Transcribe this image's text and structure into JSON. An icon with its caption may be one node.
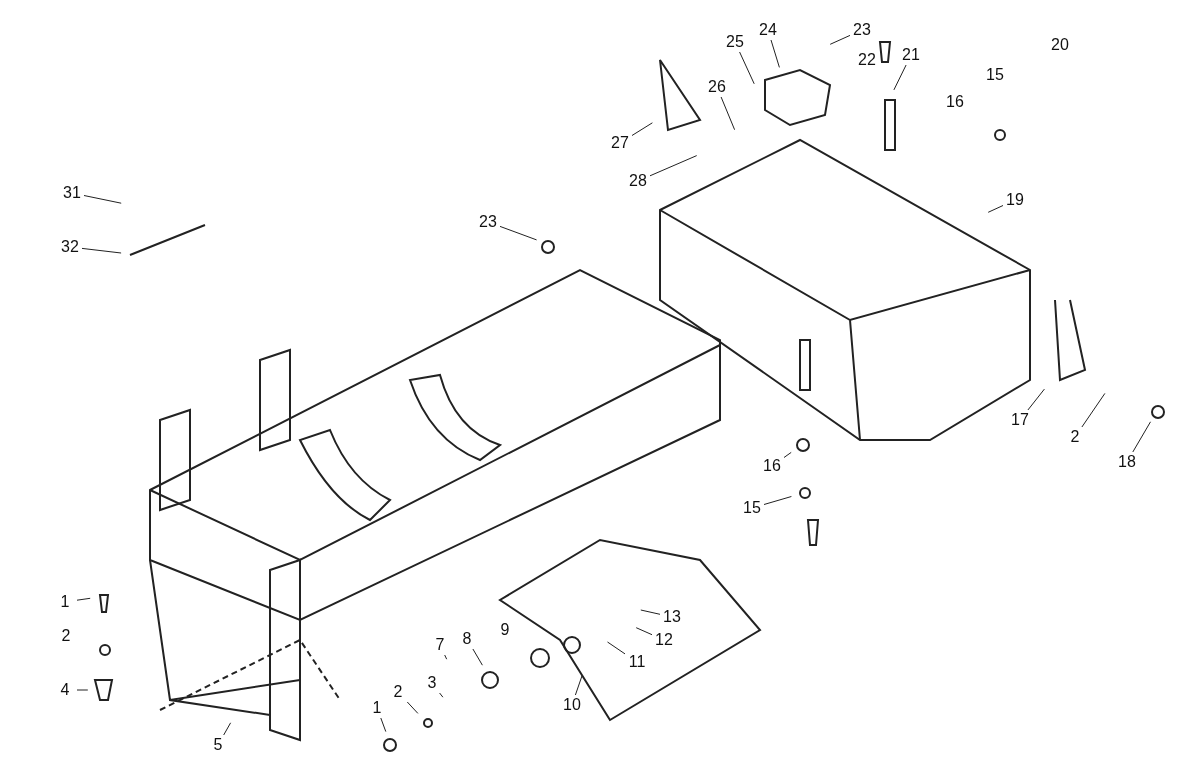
{
  "diagram": {
    "nodes": [
      {
        "text": [
          "31"
        ]
      },
      {
        "text": [
          "32"
        ]
      },
      {
        "text": [
          "23"
        ]
      },
      {
        "text": [
          "27"
        ]
      },
      {
        "text": [
          "28"
        ]
      },
      {
        "text": [
          "26"
        ]
      },
      {
        "text": [
          "25"
        ]
      },
      {
        "text": [
          "24"
        ]
      },
      {
        "text": [
          "23"
        ]
      },
      {
        "text": [
          "21"
        ]
      },
      {
        "text": [
          "19"
        ]
      },
      {
        "text": [
          "17"
        ]
      },
      {
        "text": [
          "2"
        ]
      },
      {
        "text": [
          "18"
        ]
      },
      {
        "text": [
          "16"
        ]
      },
      {
        "text": [
          "15"
        ]
      },
      {
        "text": [
          "1"
        ]
      },
      {
        "text": [
          "4"
        ]
      },
      {
        "text": [
          "5"
        ]
      },
      {
        "text": [
          "1"
        ]
      },
      {
        "text": [
          "2"
        ]
      },
      {
        "text": [
          "3"
        ]
      },
      {
        "text": [
          "7"
        ]
      },
      {
        "text": [
          "8"
        ]
      },
      {
        "text": [
          "10"
        ]
      },
      {
        "text": [
          "11"
        ]
      },
      {
        "text": [
          "12"
        ]
      },
      {
        "text": [
          "13"
        ]
      }
    ],
    "edges": [
      {
        "from": 0,
        "to": null,
        "arrow": "none"
      },
      {
        "from": 1,
        "to": null,
        "arrow": "none"
      },
      {
        "from": 2,
        "to": null,
        "arrow": "none"
      },
      {
        "from": 3,
        "to": null,
        "arrow": "none"
      },
      {
        "from": 4,
        "to": null,
        "arrow": "none"
      },
      {
        "from": 5,
        "to": null,
        "arrow": "none"
      },
      {
        "from": 6,
        "to": null,
        "arrow": "none"
      },
      {
        "from": 7,
        "to": null,
        "arrow": "none"
      },
      {
        "from": 8,
        "to": null,
        "arrow": "none"
      },
      {
        "from": 9,
        "to": null,
        "arrow": "none"
      },
      {
        "from": 10,
        "to": null,
        "arrow": "none"
      },
      {
        "from": 11,
        "to": null,
        "arrow": "none"
      },
      {
        "from": 12,
        "to": null,
        "arrow": "none"
      },
      {
        "from": 13,
        "to": null,
        "arrow": "none"
      },
      {
        "from": 14,
        "to": null,
        "arrow": "none"
      },
      {
        "from": 15,
        "to": null,
        "arrow": "none"
      },
      {
        "from": 16,
        "to": null,
        "arrow": "none"
      },
      {
        "from": 17,
        "to": null,
        "arrow": "none"
      },
      {
        "from": 18,
        "to": null,
        "arrow": "none"
      },
      {
        "from": 19,
        "to": null,
        "arrow": "none"
      },
      {
        "from": 20,
        "to": null,
        "arrow": "none"
      },
      {
        "from": 21,
        "to": null,
        "arrow": "none"
      },
      {
        "from": 22,
        "to": null,
        "arrow": "none"
      },
      {
        "from": 23,
        "to": null,
        "arrow": "none"
      },
      {
        "from": 24,
        "to": null,
        "arrow": "none"
      },
      {
        "from": 25,
        "to": null,
        "arrow": "none"
      },
      {
        "from": 26,
        "to": null,
        "arrow": "none"
      },
      {
        "from": 27,
        "to": null,
        "arrow": "none"
      }
    ],
    "labels": [
      "22",
      "20",
      "15",
      "16",
      "2",
      "9"
    ]
  }
}
